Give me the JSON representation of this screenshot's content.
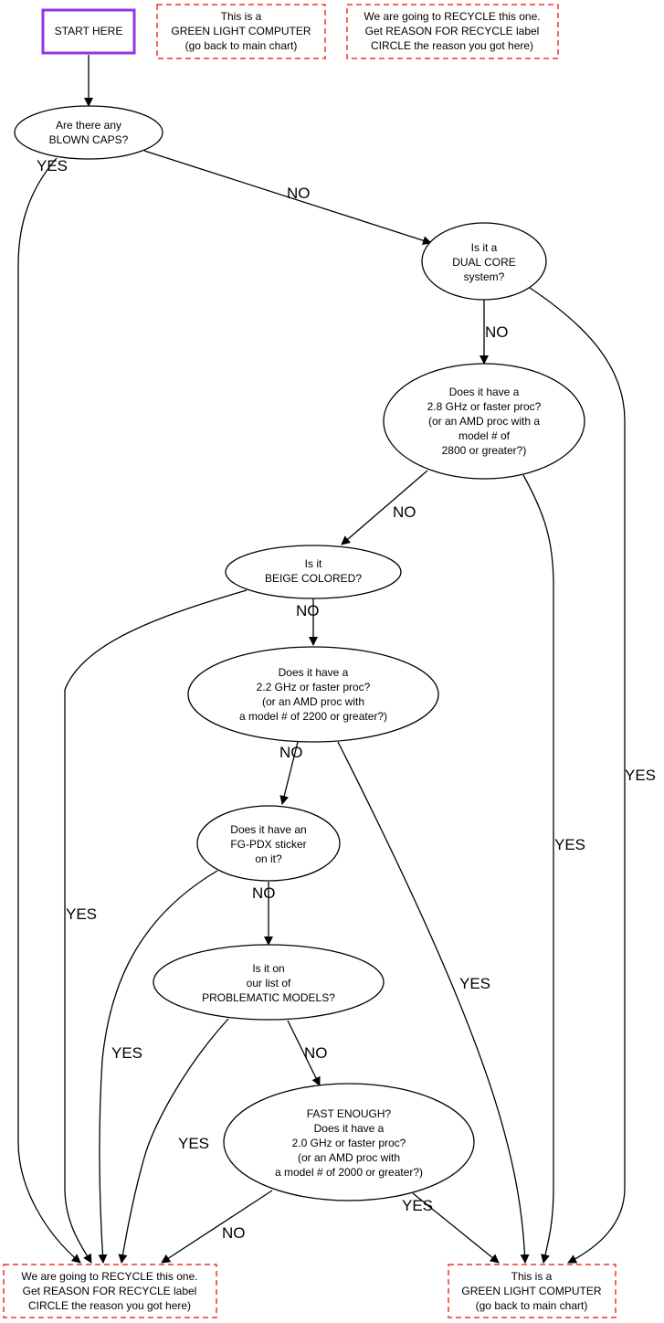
{
  "diagram": {
    "type": "flowchart",
    "colors": {
      "start_border": "#9933dd",
      "terminal_border": "#ee3333",
      "edge": "#000000"
    },
    "legend": {
      "start": {
        "lines": [
          "START HERE"
        ]
      },
      "green_light": {
        "lines": [
          "This is a",
          "GREEN LIGHT COMPUTER",
          "(go back to main chart)"
        ]
      },
      "recycle": {
        "lines": [
          "We are going to RECYCLE this one.",
          "Get REASON FOR RECYCLE label",
          "CIRCLE the reason you got here)"
        ]
      }
    },
    "nodes": {
      "blown_caps": {
        "lines": [
          "Are there any",
          "BLOWN CAPS?"
        ]
      },
      "dual_core": {
        "lines": [
          "Is it a",
          "DUAL CORE",
          "system?"
        ]
      },
      "ghz_28": {
        "lines": [
          "Does it have a",
          "2.8 GHz or faster proc?",
          "(or an AMD proc with a",
          "model # of",
          "2800 or greater?)"
        ]
      },
      "beige": {
        "lines": [
          "Is it",
          "BEIGE COLORED?"
        ]
      },
      "ghz_22": {
        "lines": [
          "Does it have a",
          "2.2 GHz or faster proc?",
          "(or an AMD proc with",
          "a model # of 2200 or greater?)"
        ]
      },
      "sticker": {
        "lines": [
          "Does it have an",
          "FG-PDX sticker",
          "on it?"
        ]
      },
      "problematic": {
        "lines": [
          "Is it on",
          "our list of",
          "PROBLEMATIC MODELS?"
        ]
      },
      "fast_enough": {
        "lines": [
          "FAST ENOUGH?",
          "Does it have a",
          "2.0 GHz or faster proc?",
          "(or an AMD proc with",
          "a model # of 2000 or greater?)"
        ]
      },
      "recycle_end": {
        "lines": [
          "We are going to RECYCLE this one.",
          "Get REASON FOR RECYCLE label",
          "CIRCLE the reason you got here)"
        ]
      },
      "green_end": {
        "lines": [
          "This is a",
          "GREEN LIGHT COMPUTER",
          "(go back to main chart)"
        ]
      }
    },
    "edges": [
      {
        "from": "start",
        "to": "blown_caps",
        "label": ""
      },
      {
        "from": "blown_caps",
        "to": "recycle_end",
        "label": "YES"
      },
      {
        "from": "blown_caps",
        "to": "dual_core",
        "label": "NO"
      },
      {
        "from": "dual_core",
        "to": "ghz_28",
        "label": "NO"
      },
      {
        "from": "dual_core",
        "to": "green_end",
        "label": "YES"
      },
      {
        "from": "ghz_28",
        "to": "beige",
        "label": "NO"
      },
      {
        "from": "ghz_28",
        "to": "green_end",
        "label": "YES"
      },
      {
        "from": "beige",
        "to": "ghz_22",
        "label": "NO"
      },
      {
        "from": "beige",
        "to": "recycle_end",
        "label": "YES"
      },
      {
        "from": "ghz_22",
        "to": "sticker",
        "label": "NO"
      },
      {
        "from": "ghz_22",
        "to": "green_end",
        "label": "YES"
      },
      {
        "from": "sticker",
        "to": "problematic",
        "label": "NO"
      },
      {
        "from": "sticker",
        "to": "recycle_end",
        "label": "YES"
      },
      {
        "from": "problematic",
        "to": "fast_enough",
        "label": "NO"
      },
      {
        "from": "problematic",
        "to": "recycle_end",
        "label": "YES"
      },
      {
        "from": "fast_enough",
        "to": "recycle_end",
        "label": "NO"
      },
      {
        "from": "fast_enough",
        "to": "green_end",
        "label": "YES"
      }
    ]
  }
}
